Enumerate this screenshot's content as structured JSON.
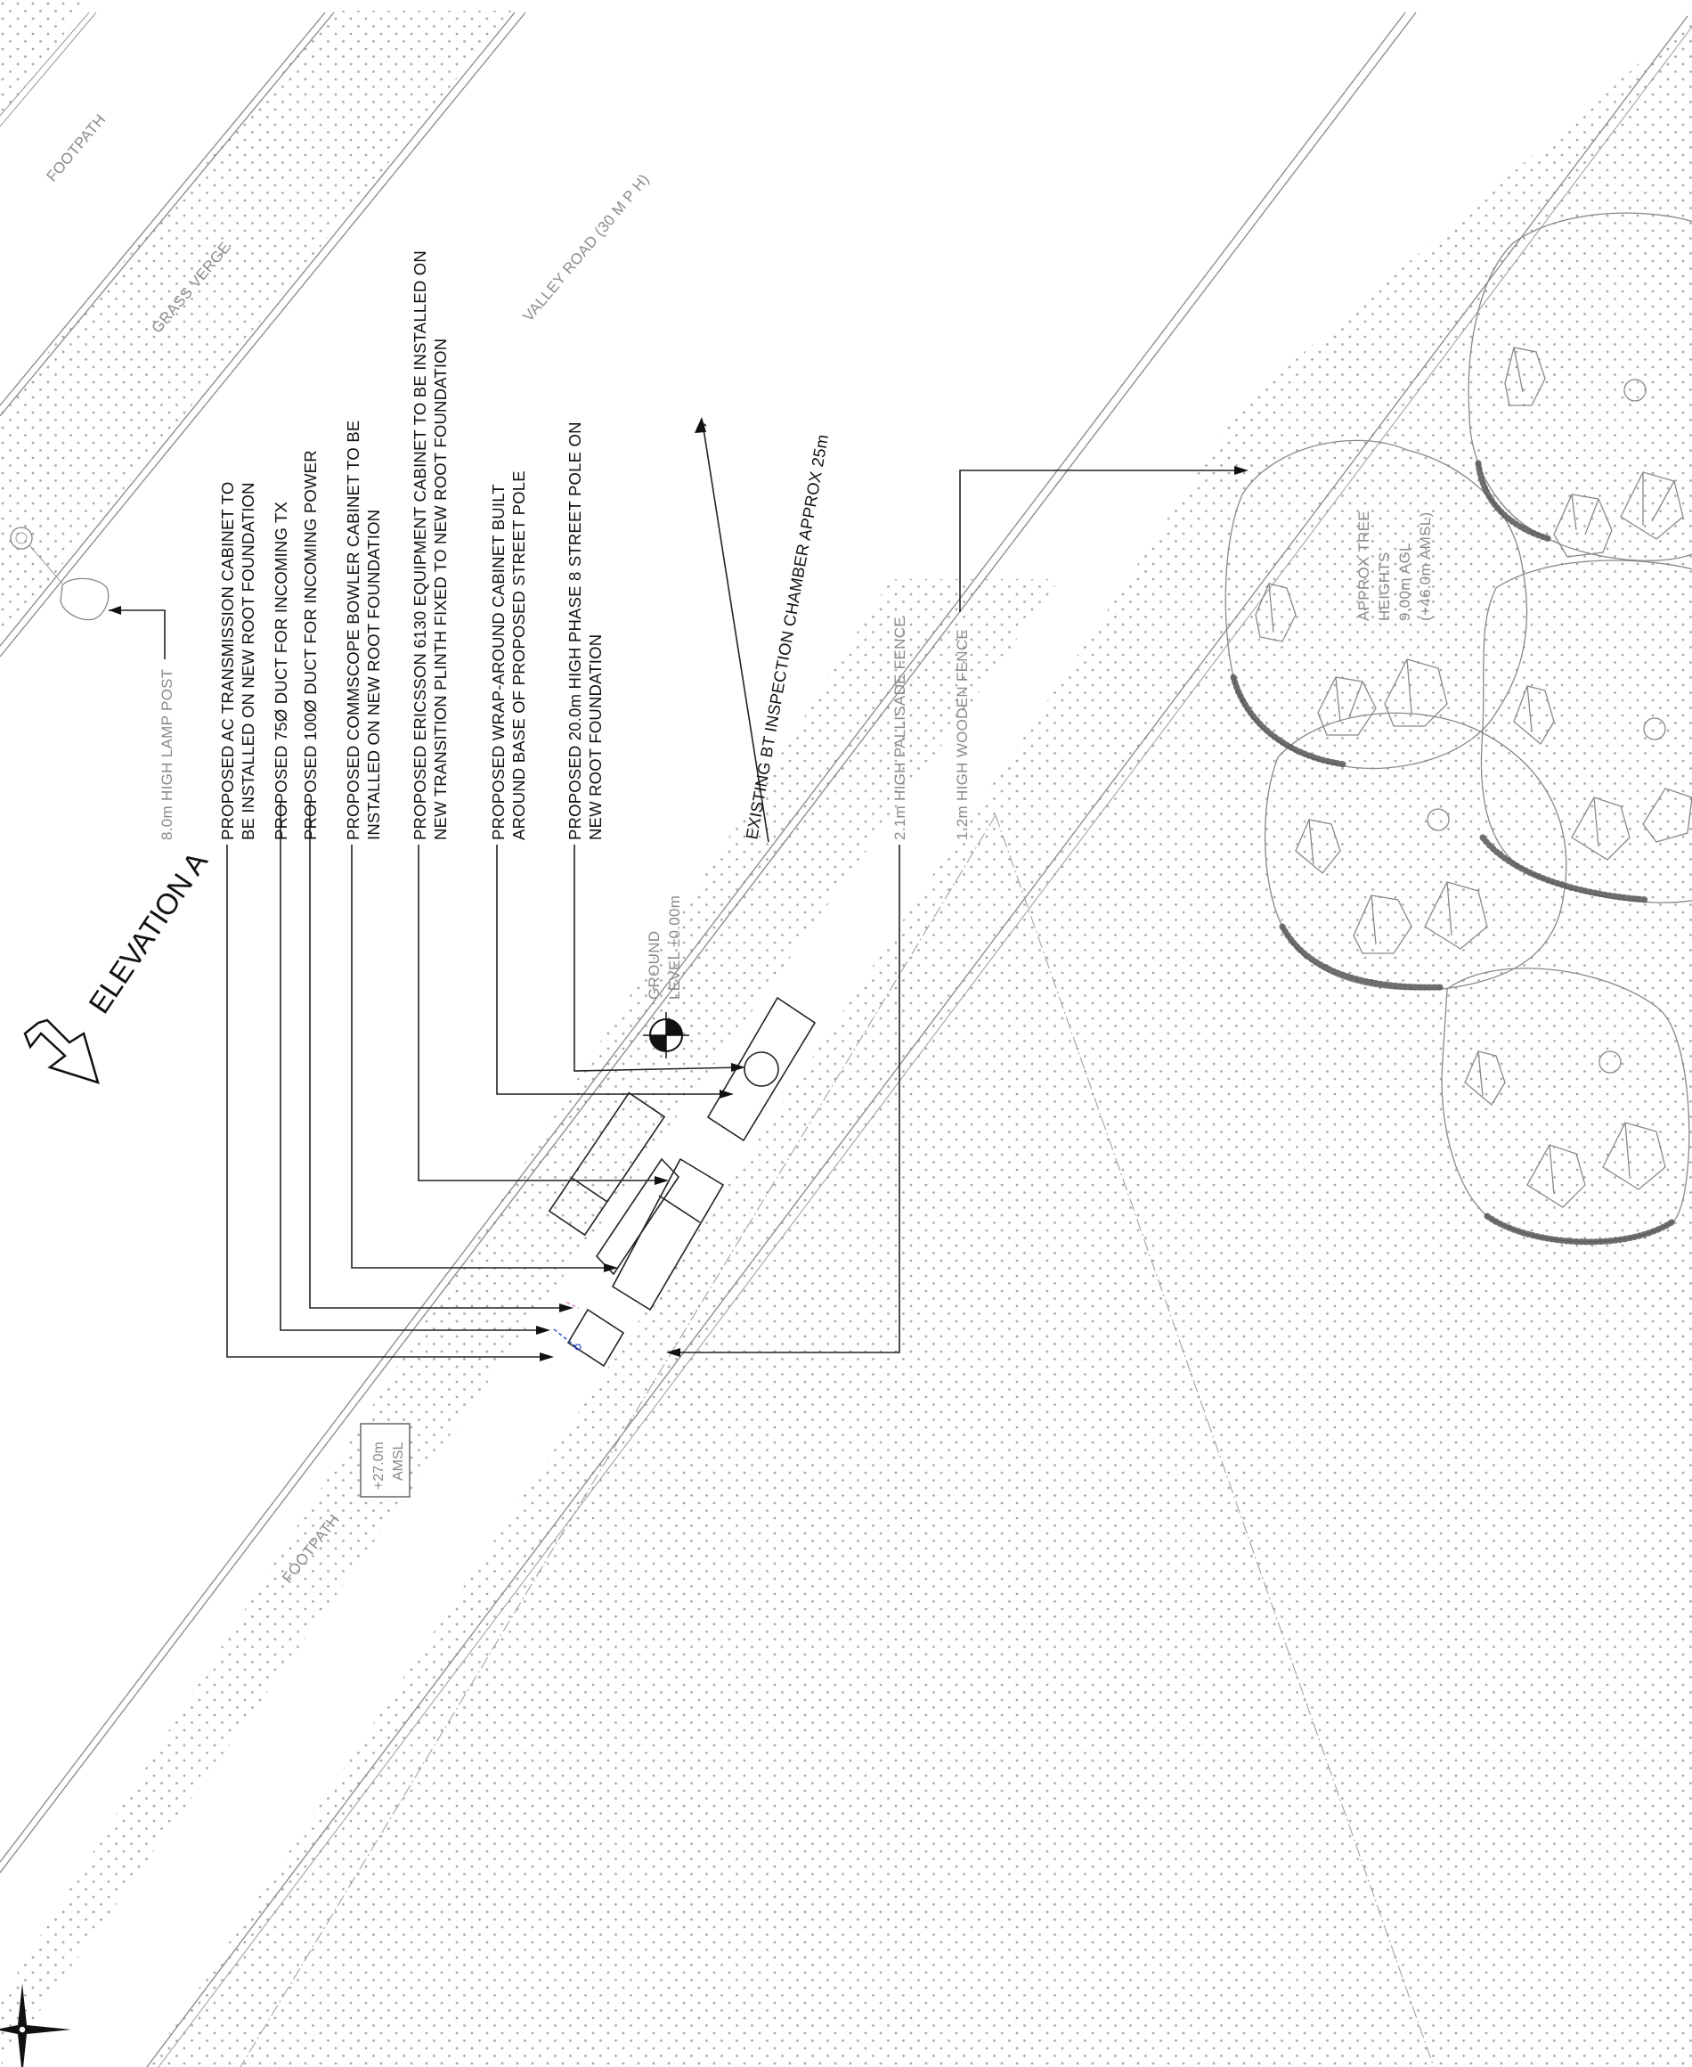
{
  "labels": {
    "footpath_top": "FOOTPATH",
    "grass_verge": "GRASS VERGE",
    "valley_road": "VALLEY ROAD (30 M P H)",
    "footpath_bottom": "FOOTPATH",
    "elevation": "ELEVATION A",
    "lamp_post": "8.0m HIGH LAMP POST",
    "palisade_fence": "2.1m HIGH PALLISADE FENCE",
    "wooden_fence": "1.2m HIGH WOODEN FENCE",
    "bt_chamber": "EXISTING BT INSPECTION CHAMBER APPROX 25m",
    "ground_level": [
      "GROUND",
      "LEVEL ±0.00m"
    ],
    "amsl_box": [
      "+27.0m",
      "AMSL"
    ],
    "tree_heights": [
      "APPROX TREE",
      "HEIGHTS",
      "9.00m AGL",
      "(+46.0m AMSL)"
    ]
  },
  "callouts": [
    {
      "id": "ac-cabinet",
      "lines": [
        "PROPOSED AC TRANSMISSION CABINET TO",
        "BE INSTALLED ON NEW ROOT FOUNDATION"
      ]
    },
    {
      "id": "duct-75",
      "lines": [
        "PROPOSED 75Ø DUCT FOR INCOMING TX"
      ]
    },
    {
      "id": "duct-100",
      "lines": [
        "PROPOSED 100Ø DUCT FOR INCOMING POWER"
      ]
    },
    {
      "id": "commscope",
      "lines": [
        "PROPOSED COMMSCOPE BOWLER CABINET TO BE",
        "INSTALLED ON NEW ROOT FOUNDATION"
      ]
    },
    {
      "id": "ericsson",
      "lines": [
        "PROPOSED ERICSSON 6130 EQUIPMENT CABINET TO BE INSTALLED ON",
        "NEW TRANSITION PLINTH FIXED TO NEW ROOT FOUNDATION"
      ]
    },
    {
      "id": "wrap-around",
      "lines": [
        "PROPOSED WRAP-AROUND CABINET BUILT",
        "AROUND BASE OF PROPOSED STREET POLE"
      ]
    },
    {
      "id": "street-pole",
      "lines": [
        "PROPOSED 20.0m HIGH PHASE 8 STREET POLE ON",
        "NEW ROOT FOUNDATION"
      ]
    }
  ],
  "icons": {
    "north_arrow": "compass-rose-icon",
    "view_arrow": "elevation-view-arrow-icon"
  }
}
